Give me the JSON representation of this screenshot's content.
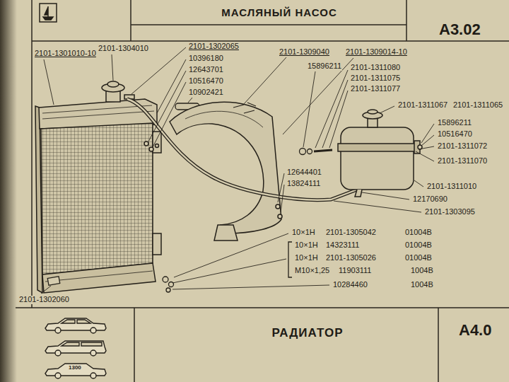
{
  "diagram": {
    "title": "РАДИАТОР",
    "labels": [
      "МАСЛЯНЫЙ НАСОС",
      "A3.02",
      "2101-1301010-10",
      "2101-1304010",
      "2101-1302065",
      "10396180",
      "12643701",
      "10516470",
      "10902421",
      "2101-1309040",
      "2101-1309014-10",
      "15896211",
      "2101-1311080",
      "2101-1311075",
      "2101-1311077",
      "2101-1311067",
      "2101-1311065",
      "15896211",
      "10516470",
      "2101-1311072",
      "2101-1311070",
      "2101-1311010",
      "12170690",
      "2101-1303095",
      "12644401",
      "13824111",
      "10×1Н",
      "2101-1305042",
      "01004В",
      "10×1Н",
      "14323111",
      "01004В",
      "10×1Н",
      "2101-1305026",
      "01004В",
      "М10×1,25",
      "11903111",
      "1004В",
      "10284460",
      "1004В",
      "2101-1302060",
      "1300",
      "A4.0"
    ]
  }
}
